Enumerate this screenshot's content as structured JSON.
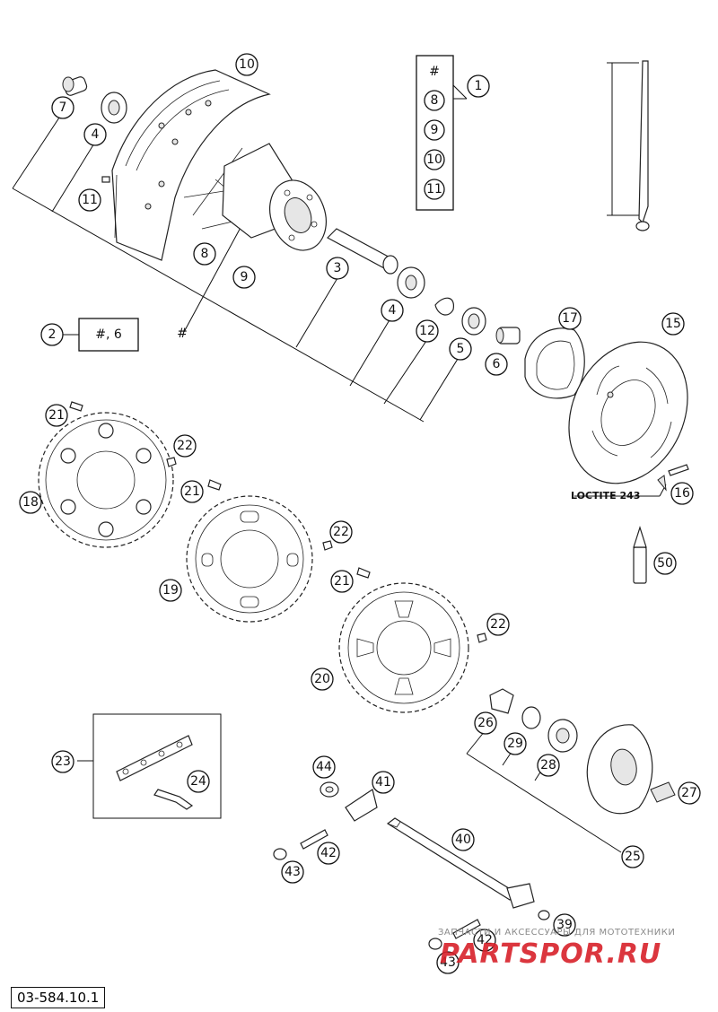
{
  "document": {
    "number": "03-584.10.1"
  },
  "watermark": {
    "line": "ЗАПЧАСТИ И АКСЕССУАРЫ ДЛЯ МОТОТЕХНИКИ",
    "brand": "PARTSPOR.RU"
  },
  "labels": {
    "loctite": "LOCTITE 243",
    "kit_hash": "#",
    "kit_items": [
      "8",
      "9",
      "10",
      "11"
    ],
    "hash_pointer": "#",
    "group2_content": "#, 6",
    "callouts": [
      "1",
      "2",
      "3",
      "4",
      "4",
      "5",
      "6",
      "7",
      "8",
      "9",
      "10",
      "11",
      "12",
      "15",
      "16",
      "17",
      "18",
      "19",
      "20",
      "21",
      "21",
      "21",
      "22",
      "22",
      "22",
      "23",
      "24",
      "25",
      "26",
      "27",
      "28",
      "29",
      "39",
      "40",
      "41",
      "42",
      "42",
      "43",
      "43",
      "44",
      "50"
    ]
  },
  "colors": {
    "line": "#111111",
    "watermark_brand": "#d8212a",
    "watermark_text": "#8a8a8a"
  }
}
